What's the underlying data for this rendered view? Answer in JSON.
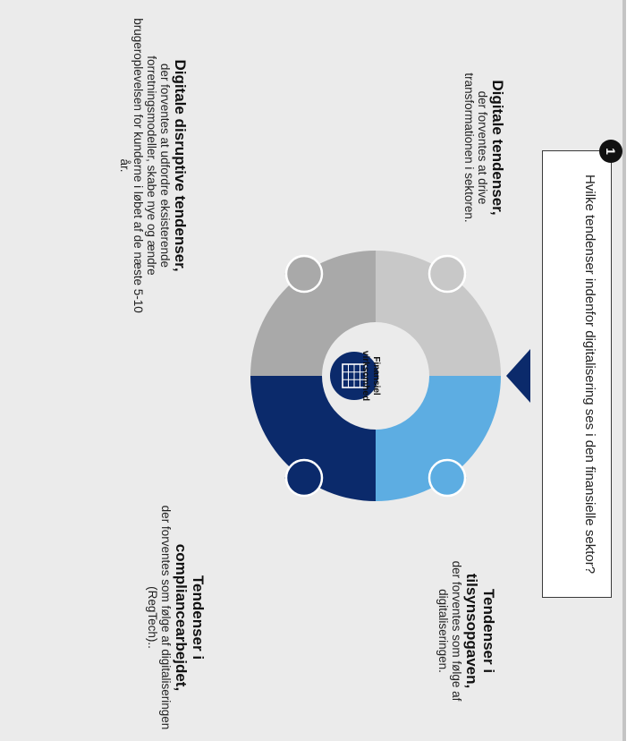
{
  "question": {
    "number": "1",
    "text": "Hvilke tendenser indenfor digitalisering ses i den finansielle sektor?"
  },
  "center": {
    "label": "Finansiel virksomhed",
    "icon": "building-icon"
  },
  "trends": [
    {
      "id": "digitale-tendenser",
      "title": "Digitale tendenser,",
      "description": "der forventes at drive transformationen i sektoren.",
      "color": "#c8c8c8"
    },
    {
      "id": "tilsynsopgaven",
      "title": "Tendenser i tilsynsopgaven,",
      "description": "der forventes som følge af digitaliseringen.",
      "color": "#5dade2"
    },
    {
      "id": "disruptive",
      "title": "Digitale disruptive tendenser,",
      "description": "der forventes at udfordre eksisterende forretningsmodeller, skabe nye og ændre brugeroplevelsen for kunderne i løbet af de næste 5-10 år.",
      "color": "#a9a9a9"
    },
    {
      "id": "compliance",
      "title": "Tendenser i compliancearbejdet,",
      "description": "der forventes som følge af digitaliseringen (RegTech)..",
      "color": "#0b2a6b"
    }
  ],
  "colors": {
    "background": "#ebebeb",
    "ring_top_left": "#c8c8c8",
    "ring_top_right": "#5dade2",
    "ring_bottom_left": "#a9a9a9",
    "ring_bottom_right": "#0b2a6b",
    "center_circle": "#0b2a6b",
    "pointer": "#0b2a6b"
  }
}
